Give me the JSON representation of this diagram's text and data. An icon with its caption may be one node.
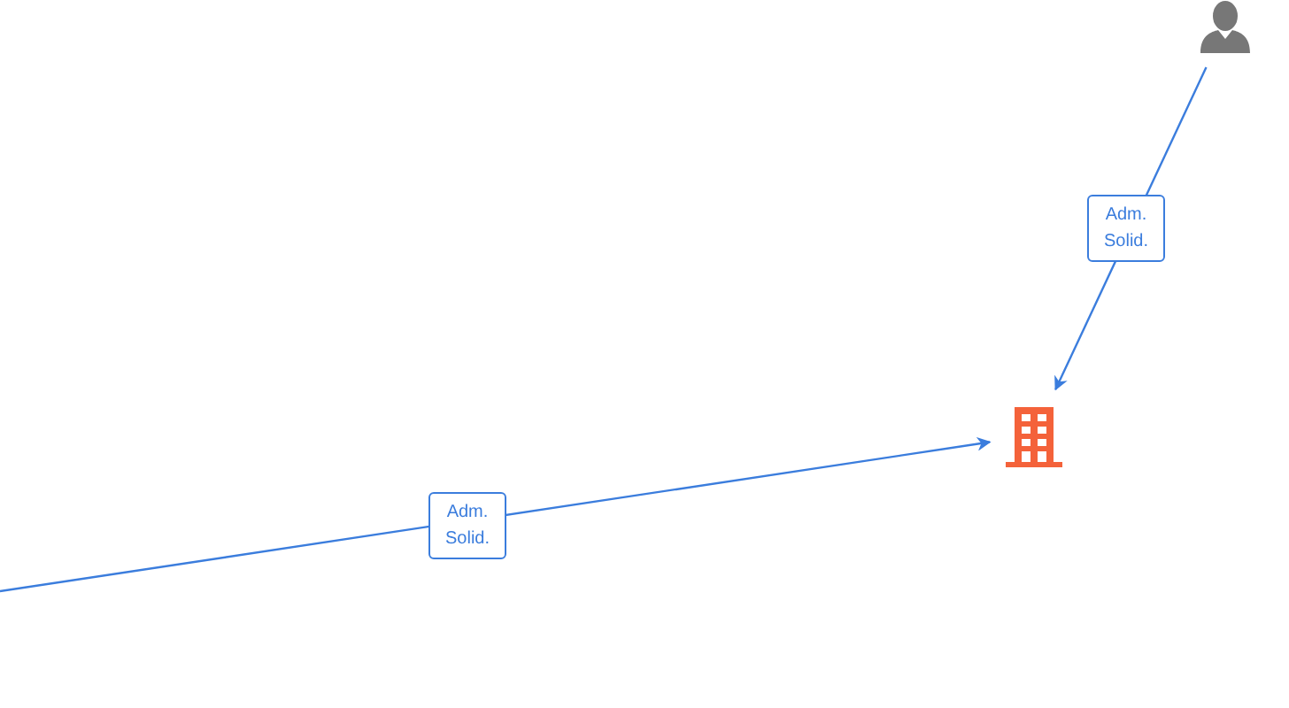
{
  "diagram": {
    "nodes": [
      {
        "text": [],
        "shape": "person"
      },
      {
        "text": [],
        "shape": "building"
      }
    ],
    "edges": [
      {
        "from": 0,
        "to": 1,
        "arrow": "to",
        "label": "Adm. Solid."
      },
      {
        "from": null,
        "to": 1,
        "arrow": "to",
        "label": "Adm. Solid."
      }
    ]
  }
}
